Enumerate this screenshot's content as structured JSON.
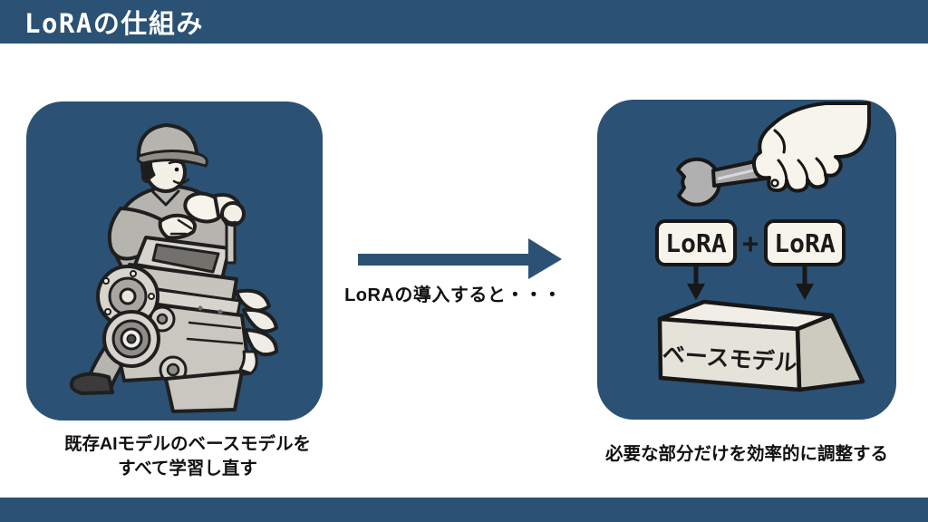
{
  "header": {
    "title": "LoRAの仕組み"
  },
  "middle": {
    "arrow_label": "LoRAの導入すると・・・"
  },
  "left_figure": {
    "caption_line1": "既存AIモデルのベースモデルを",
    "caption_line2": "すべて学習し直す",
    "illustration": "mechanic-rebuilding-engine"
  },
  "right_figure": {
    "lora_left": "LoRA",
    "plus": "+",
    "lora_right": "LoRA",
    "base_model": "ベースモデル",
    "caption": "必要な部分だけを効率的に調整する",
    "illustration": "hand-with-wrench-adjusting-lora-modules"
  },
  "colors": {
    "accent_blue": "#2b5174",
    "ink_black": "#1a1a1a",
    "paper_white": "#ffffff",
    "illustration_gray": "#c9c7c0",
    "cream": "#f7f4ec"
  }
}
